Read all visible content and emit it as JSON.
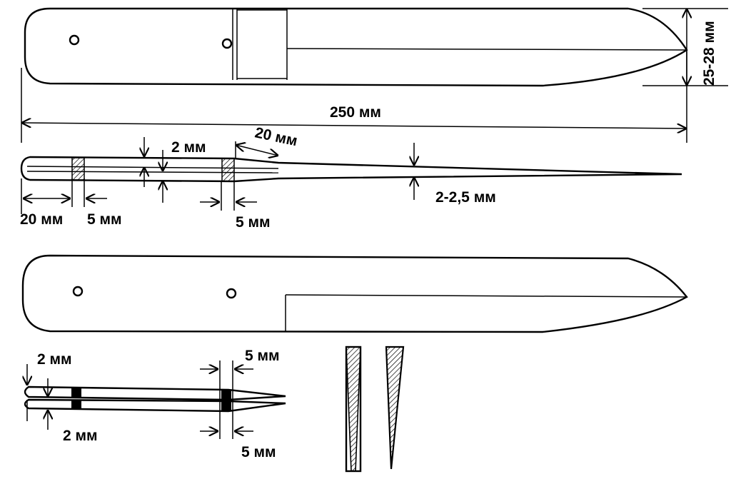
{
  "drawing": {
    "top_view": {
      "length_label": "250 мм",
      "width_label": "25-28 мм"
    },
    "side_view": {
      "grip_thickness_label": "2 мм",
      "bevel_length_label": "20 мм",
      "blade_thickness_label": "2-2,5 мм",
      "handle_end_label": "20 мм",
      "front_insert_label": "5 мм",
      "rear_insert_label": "5 мм"
    },
    "split_view": {
      "upper_thickness_label": "2 мм",
      "lower_thickness_label": "2 мм",
      "upper_insert_label": "5 мм",
      "lower_insert_label": "5 мм"
    }
  },
  "colors": {
    "line": "#000000",
    "background": "#ffffff"
  }
}
